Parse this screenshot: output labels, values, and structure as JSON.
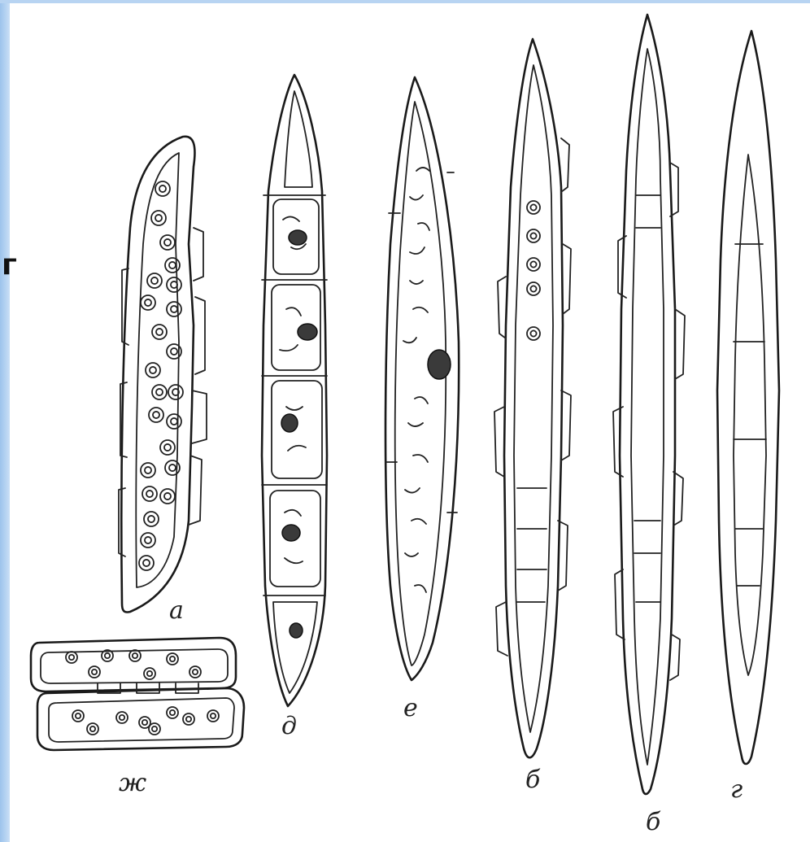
{
  "side_letter": "г",
  "figure_labels": {
    "a": "а",
    "d": "д",
    "e": "е",
    "b1": "б",
    "b2": "б",
    "g": "г",
    "zh": "ж"
  }
}
